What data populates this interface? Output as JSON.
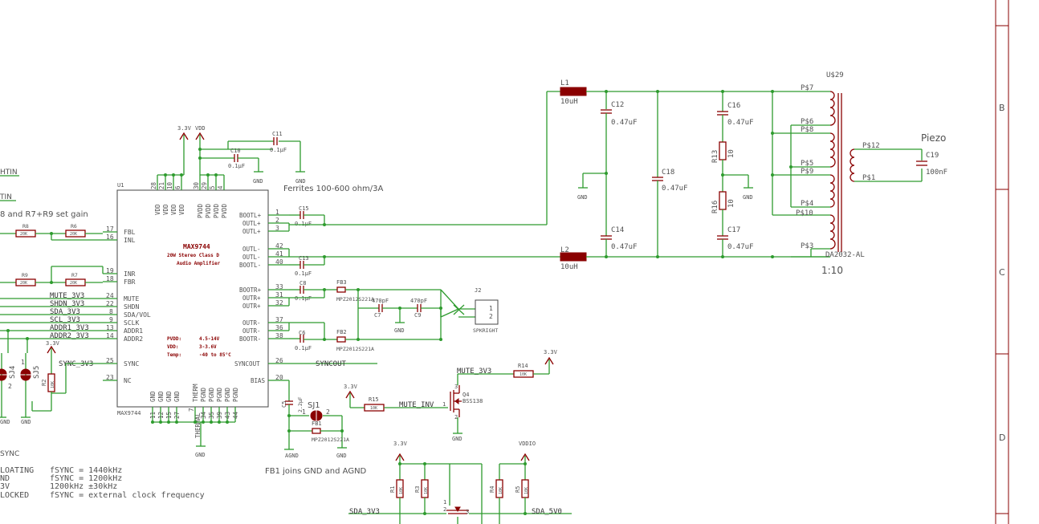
{
  "ic": {
    "ref": "U1",
    "name": "MAX9744",
    "desc1": "20W Stereo Class D",
    "desc2": "Audio Amplifier",
    "bottom_label": "MAX9744",
    "specs": [
      {
        "k": "PVDD:",
        "v": "4.5-14V"
      },
      {
        "k": "VDD:",
        "v": "3-3.6V"
      },
      {
        "k": "Temp:",
        "v": "-40 to 85°C"
      }
    ],
    "left_pins": [
      {
        "name": "FBL",
        "num": "17"
      },
      {
        "name": "INL",
        "num": "16"
      },
      {
        "name": "INR",
        "num": "19"
      },
      {
        "name": "FBR",
        "num": "18"
      },
      {
        "name": "MUTE",
        "num": "24"
      },
      {
        "name": "SHDN",
        "num": "22"
      },
      {
        "name": "SDA/VOL",
        "num": "8"
      },
      {
        "name": "SCLK",
        "num": "9"
      },
      {
        "name": "ADDR1",
        "num": "13"
      },
      {
        "name": "ADDR2",
        "num": "14"
      },
      {
        "name": "SYNC",
        "num": "25"
      },
      {
        "name": "NC",
        "num": "23"
      }
    ],
    "right_pins": [
      {
        "name": "BOOTL+",
        "num": "1"
      },
      {
        "name": "OUTL+",
        "num": "2"
      },
      {
        "name": "OUTL+",
        "num": "3"
      },
      {
        "name": "OUTL-",
        "num": "42"
      },
      {
        "name": "OUTL-",
        "num": "41"
      },
      {
        "name": "BOOTL-",
        "num": "40"
      },
      {
        "name": "BOOTR+",
        "num": "33"
      },
      {
        "name": "OUTR+",
        "num": "31"
      },
      {
        "name": "OUTR+",
        "num": "32"
      },
      {
        "name": "OUTR-",
        "num": "37"
      },
      {
        "name": "OUTR-",
        "num": "36"
      },
      {
        "name": "BOOTR-",
        "num": "38"
      },
      {
        "name": "SYNCOUT",
        "num": "26"
      },
      {
        "name": "BIAS",
        "num": "20"
      }
    ],
    "top_pins": [
      {
        "name": "VDD",
        "num": "28"
      },
      {
        "name": "VDD",
        "num": "21"
      },
      {
        "name": "VDD",
        "num": "10"
      },
      {
        "name": "VDD",
        "num": "6"
      },
      {
        "name": "PVDD",
        "num": "30"
      },
      {
        "name": "PVDD",
        "num": "29"
      },
      {
        "name": "PVDD",
        "num": "5"
      },
      {
        "name": "PVDD",
        "num": "4"
      }
    ],
    "bottom_pins": [
      {
        "name": "GND",
        "num": "11"
      },
      {
        "name": "GND",
        "num": "12"
      },
      {
        "name": "GND",
        "num": "15"
      },
      {
        "name": "GND",
        "num": "27"
      },
      {
        "name": "THERM",
        "num": "7"
      },
      {
        "name": "PGND",
        "num": "34"
      },
      {
        "name": "PGND",
        "num": "35"
      },
      {
        "name": "PGND",
        "num": "39"
      },
      {
        "name": "PGND",
        "num": "43"
      },
      {
        "name": "PGND",
        "num": "44"
      }
    ],
    "thermal_label": "THERMAL"
  },
  "labels": {
    "v33": "3.3V",
    "vdd": "VDD",
    "vddio": "VDDIO",
    "gnd": "GND",
    "agnd": "AGND",
    "ferrites_note": "Ferrites 100-600 ohm/3A",
    "gain_note": "8 and R7+R9 set gain",
    "fb1_note": "FB1 joins GND and AGND",
    "ratio": "1:10",
    "piezo": "Piezo",
    "lefttin1": "HTIN",
    "lefttin2": "TIN",
    "sync_hdr": "SYNC",
    "sync_rows": [
      {
        "a": "LOATING",
        "b": "fSYNC = 1440kHz"
      },
      {
        "a": "ND",
        "b": "fSYNC = 1200kHz"
      },
      {
        "a": "3V",
        "b": "1200kHz ±30kHz"
      },
      {
        "a": "LOCKED",
        "b": "fSYNC = external clock frequency"
      }
    ],
    "sheet_rows": [
      "B",
      "C",
      "D"
    ]
  },
  "nets": {
    "mute": "MUTE_3V3",
    "shdn": "SHDN_3V3",
    "sda": "SDA_3V3",
    "scl": "SCL_3V3",
    "addr1": "ADDR1_3V3",
    "addr2": "ADDR2_3V3",
    "sync": "SYNC_3V3",
    "syncout": "SYNCOUT",
    "mute_inv": "MUTE_INV",
    "sda_5v0": "SDA_5V0"
  },
  "parts": {
    "c11": {
      "ref": "C11",
      "val": "0.1µF"
    },
    "c10": {
      "ref": "C10",
      "val": "0.1µF"
    },
    "c15": {
      "ref": "C15",
      "val": "0.1µF"
    },
    "c13": {
      "ref": "C13",
      "val": "0.1µF"
    },
    "c8": {
      "ref": "C8",
      "val": "0.1µF"
    },
    "c6": {
      "ref": "C6",
      "val": "0.1µF"
    },
    "c7": {
      "ref": "C7",
      "val": "470pF"
    },
    "c9": {
      "ref": "C9",
      "val": "470pF"
    },
    "c5": {
      "ref": "C5",
      "val": "2.2µF"
    },
    "c12": {
      "ref": "C12",
      "val": "0.47uF"
    },
    "c14": {
      "ref": "C14",
      "val": "0.47uF"
    },
    "c18": {
      "ref": "C18",
      "val": "0.47uF"
    },
    "c16": {
      "ref": "C16",
      "val": "0.47uF"
    },
    "c17": {
      "ref": "C17",
      "val": "0.47uF"
    },
    "c19": {
      "ref": "C19",
      "val": "100nF"
    },
    "l1": {
      "ref": "L1",
      "val": "10uH"
    },
    "l2": {
      "ref": "L2",
      "val": "10uH"
    },
    "r13": {
      "ref": "R13",
      "val": "10"
    },
    "r16": {
      "ref": "R16",
      "val": "10"
    },
    "r8": {
      "ref": "R8",
      "val": "20K"
    },
    "r6": {
      "ref": "R6",
      "val": "20K"
    },
    "r9": {
      "ref": "R9",
      "val": "20K"
    },
    "r7": {
      "ref": "R7",
      "val": "20K"
    },
    "r2": {
      "ref": "R2",
      "val": "10K"
    },
    "r14": {
      "ref": "R14",
      "val": "10K"
    },
    "r15": {
      "ref": "R15",
      "val": "10K"
    },
    "r1": {
      "ref": "R1",
      "val": "10K"
    },
    "r3": {
      "ref": "R3",
      "val": "10K"
    },
    "r4": {
      "ref": "R4",
      "val": "10K"
    },
    "r5": {
      "ref": "R5",
      "val": "10K"
    },
    "fb3": {
      "ref": "FB3",
      "val": "MPZ2012S221A"
    },
    "fb2": {
      "ref": "FB2",
      "val": "MPZ2012S221A"
    },
    "fb1": {
      "ref": "FB1",
      "val": "MPZ2012S221A"
    },
    "sj1": {
      "ref": "SJ1",
      "p1": "1",
      "p2": "2"
    },
    "sj4": {
      "ref": "SJ4",
      "p": "2"
    },
    "sj5": {
      "ref": "SJ5",
      "p": "1"
    },
    "q4": {
      "ref": "Q4",
      "val": "BSS138",
      "g": "1",
      "d": "3",
      "s": "2"
    },
    "j2": {
      "ref": "J2",
      "val": "SPKRIGHT",
      "p1": "1",
      "p2": "2"
    },
    "u29": {
      "ref": "U$29",
      "val": "DA2032-AL"
    },
    "q_bottom": {
      "p1": "1",
      "p2": "2",
      "p3": "3"
    }
  },
  "transformer_pins": [
    "P$7",
    "P$6",
    "P$8",
    "P$5",
    "P$9",
    "P$4",
    "P$10",
    "P$3",
    "P$12",
    "P$1"
  ]
}
